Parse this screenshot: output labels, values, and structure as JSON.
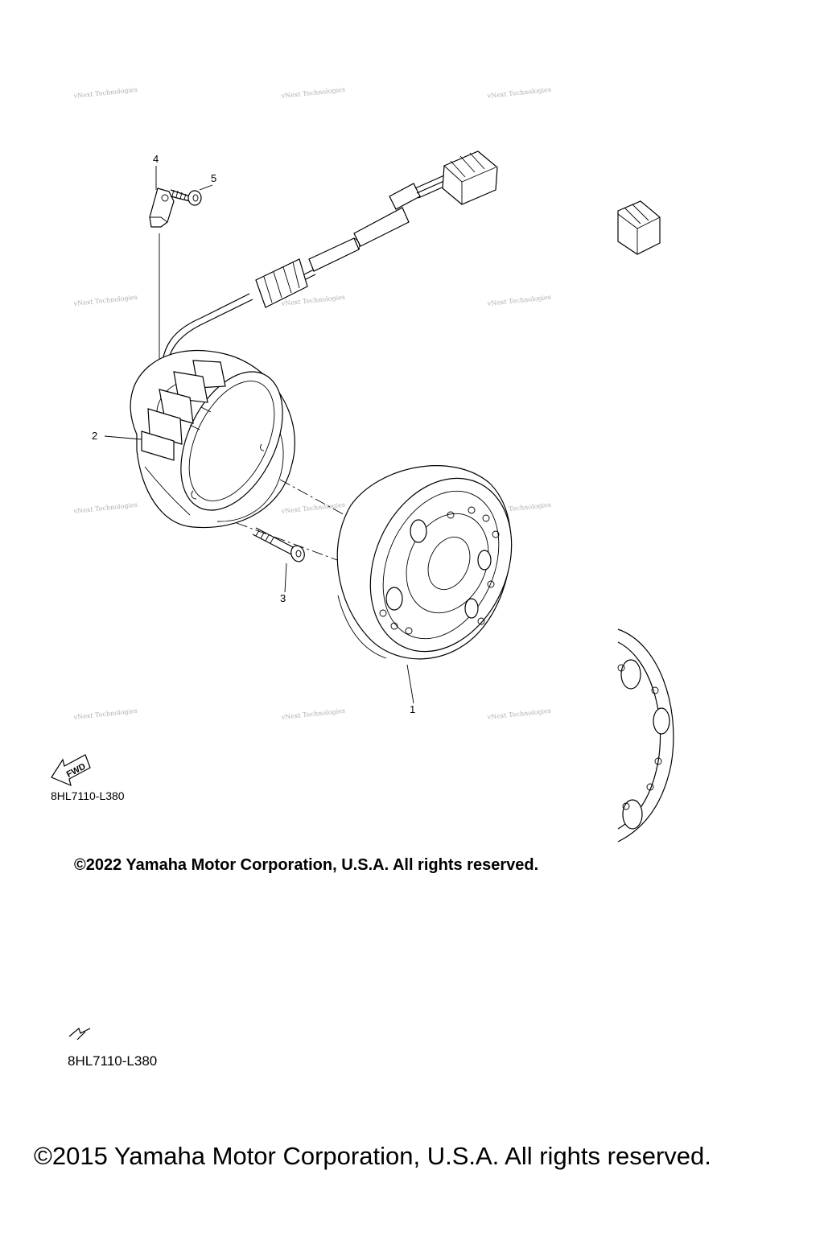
{
  "diagram": {
    "callouts": [
      "1",
      "2",
      "3",
      "4",
      "5"
    ],
    "fwd_label": "FWD",
    "watermark_text": "vNext Technologies",
    "part_code_primary": "8HL7110-L380",
    "part_code_secondary": "8HL7110-L380",
    "copyright_primary": "©2022 Yamaha Motor Corporation, U.S.A. All rights reserved.",
    "copyright_secondary": "©2015 Yamaha Motor Corporation, U.S.A. All rights reserved."
  }
}
